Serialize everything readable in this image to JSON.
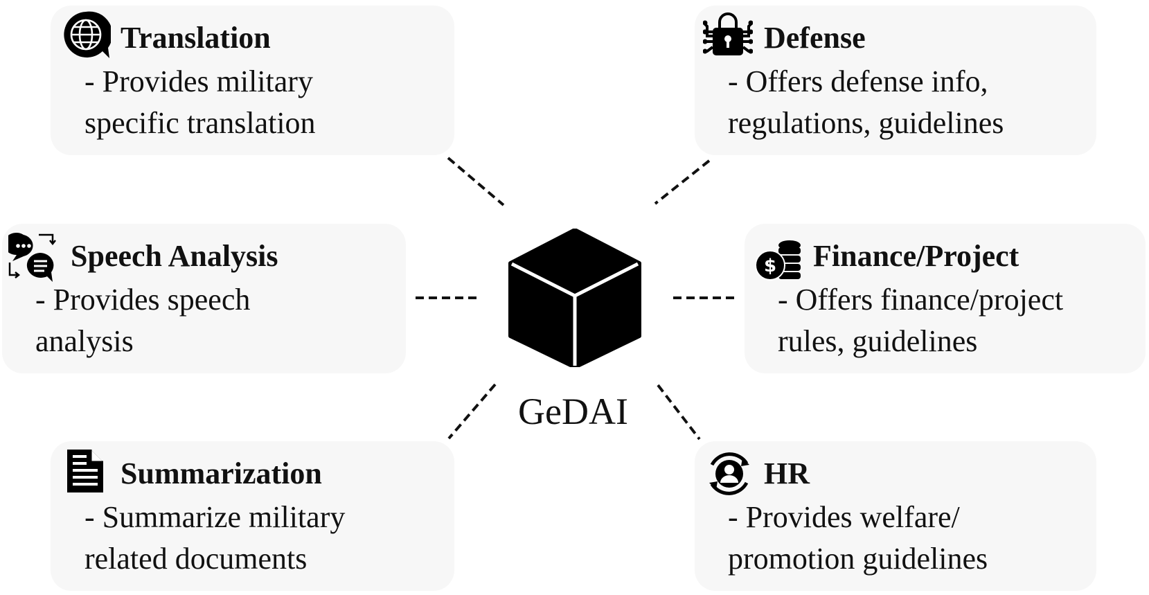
{
  "center": {
    "label": "GeDAI"
  },
  "cards": {
    "translation": {
      "title": "Translation",
      "lines": [
        "- Provides military",
        "specific translation"
      ]
    },
    "defense": {
      "title": "Defense",
      "lines": [
        "- Offers defense info,",
        "regulations, guidelines"
      ]
    },
    "speech": {
      "title": "Speech Analysis",
      "lines": [
        "- Provides speech",
        "analysis"
      ]
    },
    "finance": {
      "title": "Finance/Project",
      "lines": [
        "- Offers finance/project",
        "rules, guidelines"
      ]
    },
    "summarization": {
      "title": "Summarization",
      "lines": [
        "- Summarize military",
        "related documents"
      ]
    },
    "hr": {
      "title": "HR",
      "lines": [
        "- Provides welfare/",
        "promotion guidelines"
      ]
    }
  },
  "icons": {
    "translation": "globe-chat-icon",
    "defense": "lock-circuit-icon",
    "speech": "chat-bubbles-icon",
    "finance": "dollar-coins-icon",
    "summarization": "document-icon",
    "hr": "user-cycle-icon"
  },
  "colors": {
    "card_background": "#f7f7f7",
    "ink": "#111111"
  }
}
